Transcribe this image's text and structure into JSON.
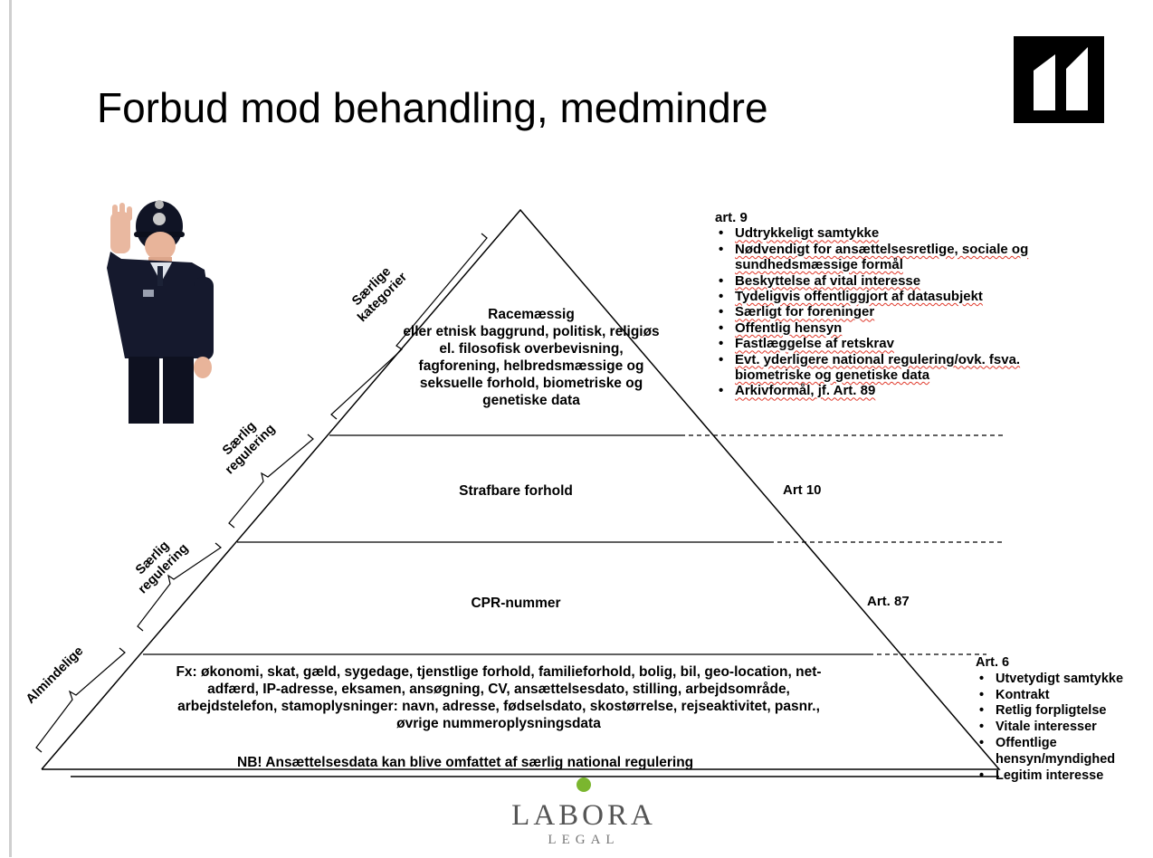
{
  "slide": {
    "title": "Forbud mod behandling, medmindre"
  },
  "pyramid": {
    "tiers": [
      {
        "text": "Racemæssig\neller etnisk baggrund, politisk, religiøs el. filosofisk overbevisning, fagforening, helbredsmæssige og seksuelle forhold, biometriske og genetiske data"
      },
      {
        "text": "Strafbare forhold"
      },
      {
        "text": "CPR-nummer"
      },
      {
        "text": "Fx: økonomi, skat, gæld, sygedage, tjenstlige forhold, familieforhold, bolig, bil, geo-location,  net-adfærd, IP-adresse,  eksamen, ansøgning, CV, ansættelsesdato, stilling, arbejdsområde, arbejdstelefon, stamoplysninger: navn, adresse, fødselsdato, skostørrelse, rejseaktivitet, pasnr., øvrige nummeroplysningsdata"
      }
    ],
    "note": "NB! Ansættelsesdata kan blive omfattet af særlig national regulering"
  },
  "brackets": [
    {
      "label": "Særlige\nkategorier"
    },
    {
      "label": "Særlig\nregulering"
    },
    {
      "label": "Særlig\nregulering"
    },
    {
      "label": "Almindelige"
    }
  ],
  "art9": {
    "heading": "art. 9",
    "items": [
      "Udtrykkeligt samtykke",
      "Nødvendigt for ansættelsesretlige, sociale og sundhedsmæssige formål",
      "Beskyttelse af vital interesse",
      "Tydeligvis offentliggjort af datasubjekt",
      "Særligt for foreninger",
      "Offentlig hensyn",
      "Fastlæggelse af retskrav",
      "Evt. yderligere national regulering/ovk. fsva. biometriske og genetiske data",
      "Arkivformål, jf. Art. 89"
    ]
  },
  "art10": {
    "label": "Art 10"
  },
  "art87": {
    "label": "Art. 87"
  },
  "art6": {
    "heading": "Art. 6",
    "items": [
      "Utvetydigt samtykke",
      "Kontrakt",
      "Retlig forpligtelse",
      "Vitale interesser",
      "Offentlige hensyn/myndighed",
      "Legitim interesse"
    ]
  },
  "brand": {
    "name": "LABORA",
    "sub": "LEGAL"
  },
  "icons": {
    "logo": "house-outline-logo-icon",
    "leaf": "leaf-icon"
  },
  "colors": {
    "underline": "#e0392b",
    "leaf": "#7bb62f"
  }
}
